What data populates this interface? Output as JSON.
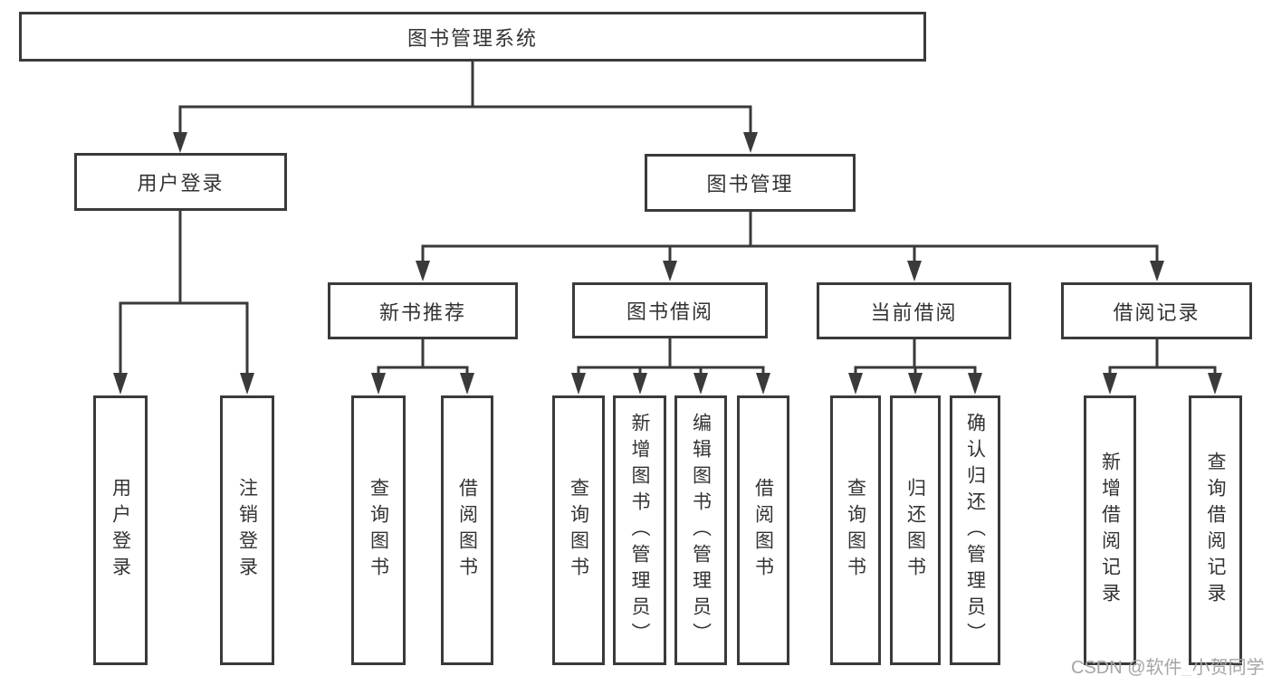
{
  "diagram": {
    "root": "图书管理系统",
    "user_login": {
      "label": "用户登录",
      "children": [
        "用户登录",
        "注销登录"
      ]
    },
    "book_mgmt": {
      "label": "图书管理",
      "sections": [
        {
          "label": "新书推荐",
          "children": [
            "查询图书",
            "借阅图书"
          ]
        },
        {
          "label": "图书借阅",
          "children": [
            "查询图书",
            "新增图书（管理员）",
            "编辑图书（管理员）",
            "借阅图书"
          ]
        },
        {
          "label": "当前借阅",
          "children": [
            "查询图书",
            "归还图书",
            "确认归还（管理员）"
          ]
        },
        {
          "label": "借阅记录",
          "children": [
            "新增借阅记录",
            "查询借阅记录"
          ]
        }
      ]
    },
    "watermark": "CSDN @软件_小贺同学",
    "colors": {
      "line": "#3a3a3a",
      "text": "#333333",
      "watermark": "#a6a6a6",
      "background": "#ffffff"
    }
  }
}
